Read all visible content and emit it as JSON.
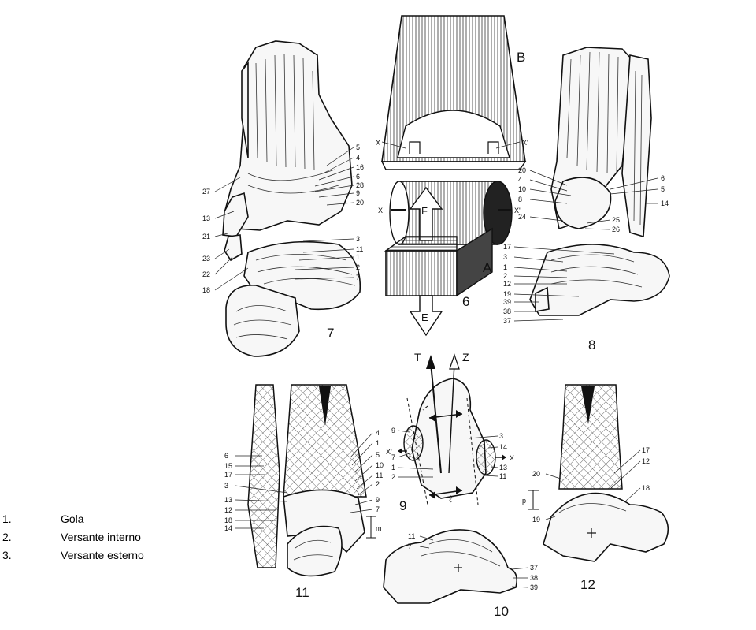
{
  "legend": [
    {
      "num": "1.",
      "text": "Gola"
    },
    {
      "num": "2.",
      "text": "Versante interno"
    },
    {
      "num": "3.",
      "text": "Versante esterno"
    }
  ],
  "figures": {
    "fig6": {
      "number": "6",
      "letters": {
        "B": "B",
        "A": "A",
        "F": "F",
        "E": "E",
        "X": "X",
        "Xp": "X'"
      }
    },
    "fig7": {
      "number": "7",
      "left_labels": [
        "27",
        "13",
        "21",
        "23",
        "22",
        "18"
      ],
      "right_labels": [
        "5",
        "4",
        "16",
        "6",
        "28",
        "9",
        "20",
        "3",
        "11",
        "1",
        "2",
        "7"
      ]
    },
    "fig8": {
      "number": "8",
      "upper_left": [
        "20",
        "4",
        "10",
        "8",
        "24"
      ],
      "upper_right": [
        "6",
        "5",
        "14",
        "25",
        "26"
      ],
      "lower_left": [
        "17",
        "3",
        "1",
        "2",
        "12",
        "19",
        "39",
        "38",
        "37"
      ]
    },
    "fig9": {
      "number": "9",
      "letters": {
        "T": "T",
        "Z": "Z",
        "X": "X",
        "Xp": "X'",
        "l": "ℓ"
      },
      "left_labels": [
        "9",
        "7",
        "1",
        "2"
      ],
      "right_labels": [
        "3",
        "14",
        "13",
        "11"
      ]
    },
    "fig10": {
      "number": "10",
      "left_labels": [
        "11",
        "7"
      ],
      "right_labels": [
        "37",
        "38",
        "39"
      ]
    },
    "fig11": {
      "number": "11",
      "left_labels": [
        "6",
        "15",
        "17",
        "3",
        "13",
        "12",
        "18",
        "14"
      ],
      "right_labels": [
        "4",
        "1",
        "5",
        "10",
        "11",
        "2",
        "9",
        "7"
      ],
      "m": "m"
    },
    "fig12": {
      "number": "12",
      "labels": [
        "17",
        "12",
        "20",
        "18",
        "19"
      ],
      "p": "p"
    }
  }
}
